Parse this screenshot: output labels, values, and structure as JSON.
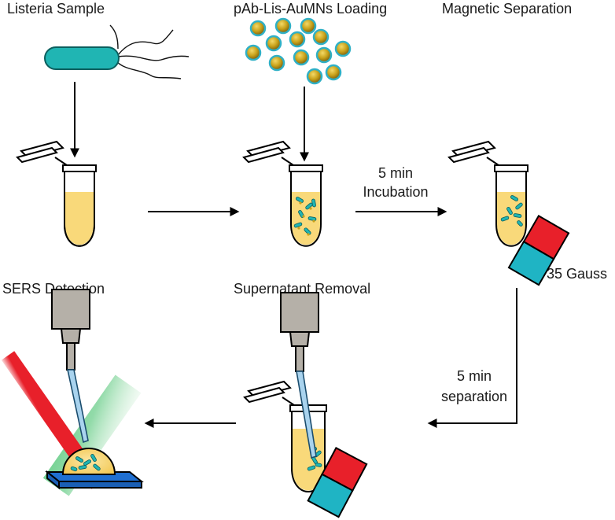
{
  "steps": {
    "listeria_sample": "Listeria Sample",
    "loading": "pAb-Lis-AuMNs Loading",
    "magnetic_separation": "Magnetic Separation",
    "sers_detection": "SERS Detection",
    "supernatant_removal": "Supernatant Removal"
  },
  "annotations": {
    "incubation_time": "5 min",
    "incubation": "Incubation",
    "gauss": "35 Gauss",
    "separation_time": "5 min",
    "separation": "separation"
  },
  "colors": {
    "bacterium": "#20b5b3",
    "liquid": "#f9d97a",
    "gold_particle": "#c9a21a",
    "particle_shell": "#2fb0c6",
    "magnet_red": "#e8202a",
    "magnet_cyan": "#1fb4c4",
    "laser_red": "#e8202a",
    "scatter_green": "#7fd49a",
    "substrate_blue": "#1f6fd1",
    "pipette_gray": "#b5b0a8",
    "pipette_tip": "#a9d3ee"
  }
}
